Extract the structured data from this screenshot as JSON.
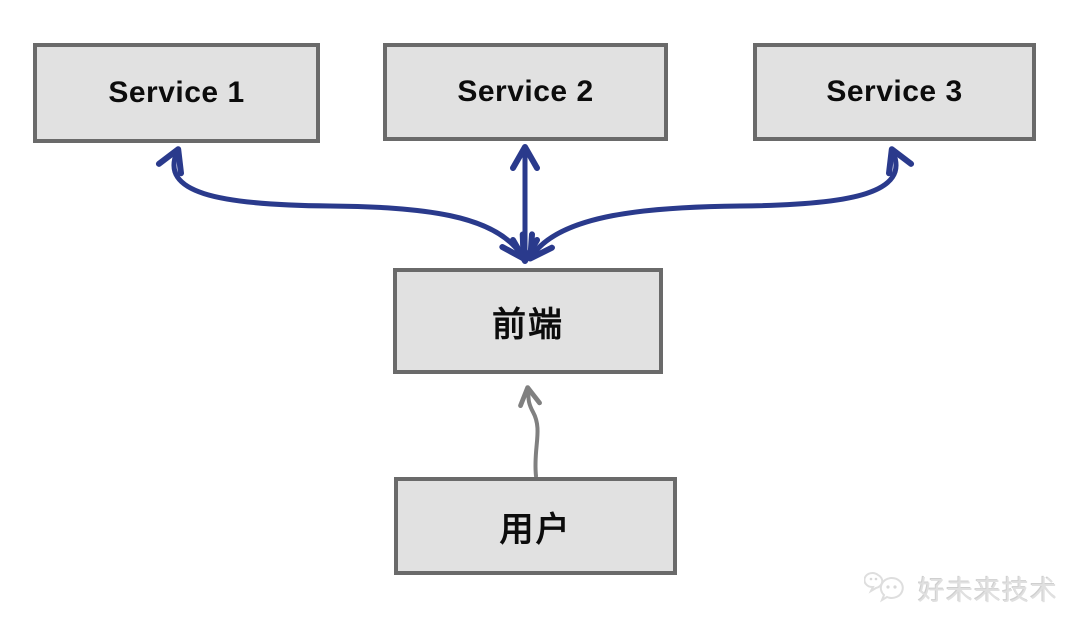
{
  "diagram": {
    "nodes": [
      {
        "id": "service1",
        "label": "Service 1"
      },
      {
        "id": "service2",
        "label": "Service 2"
      },
      {
        "id": "service3",
        "label": "Service 3"
      },
      {
        "id": "frontend",
        "label": "前端"
      },
      {
        "id": "user",
        "label": "用户"
      }
    ],
    "edges": [
      {
        "from": "frontend",
        "to": "service1",
        "direction": "bidirectional",
        "shape": "curved",
        "color": "#2a3a8c"
      },
      {
        "from": "frontend",
        "to": "service2",
        "direction": "bidirectional",
        "shape": "straight",
        "color": "#2a3a8c"
      },
      {
        "from": "frontend",
        "to": "service3",
        "direction": "bidirectional",
        "shape": "curved",
        "color": "#2a3a8c"
      },
      {
        "from": "user",
        "to": "frontend",
        "direction": "one-way",
        "shape": "wavy",
        "color": "#808080"
      }
    ],
    "colors": {
      "box_fill": "#e1e1e1",
      "box_border": "#6a6a6a",
      "text": "#0c0c0c",
      "arrow_blue": "#2a3a8c",
      "arrow_gray": "#808080",
      "background": "#ffffff",
      "watermark": "#e0e0e0"
    }
  },
  "watermark": {
    "text": "好未来技术",
    "icon": "wechat-logo-icon"
  }
}
